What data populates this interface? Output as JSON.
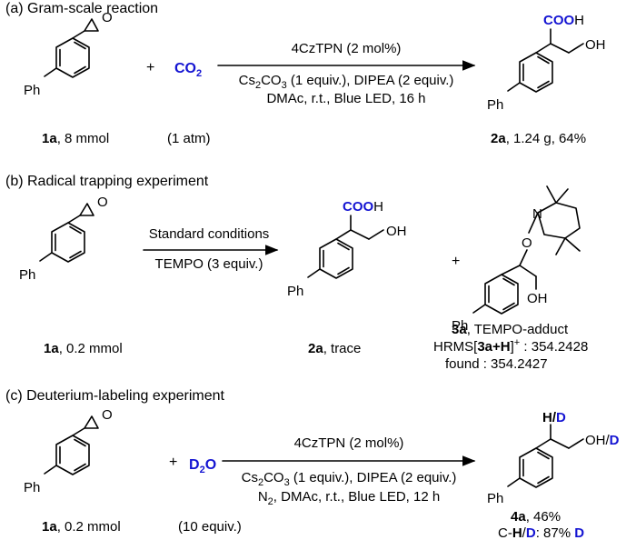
{
  "colors": {
    "text": "#000000",
    "accent_blue": "#1414d2",
    "background": "#ffffff"
  },
  "sections": {
    "a": {
      "title": "(a) Gram-scale reaction",
      "plus": "+",
      "co2": {
        "base": "CO",
        "sub": "2"
      },
      "ph": "Ph",
      "conditions": {
        "line1": "4CzTPN (2 mol%)",
        "line2_pre": "Cs",
        "line2_sub1": "2",
        "line2_mid": "CO",
        "line2_sub2": "3",
        "line2_post": " (1 equiv.), DIPEA (2 equiv.)",
        "line3": "DMAc, r.t., Blue LED, 16 h"
      },
      "product_groups": {
        "cooh_bold": "COO",
        "cooh_tail": "H",
        "oh": "OH"
      },
      "labels": {
        "sm_id": "1a",
        "sm_amount": ", 8 mmol",
        "co2_note": "(1 atm)",
        "product_id": "2a",
        "product_note": ", 1.24 g, 64%"
      }
    },
    "b": {
      "title": "(b) Radical trapping experiment",
      "plus": "+",
      "ph": "Ph",
      "conditions": {
        "line1": "Standard conditions",
        "line2": "TEMPO (3 equiv.)"
      },
      "product_groups": {
        "cooh_bold": "COO",
        "cooh_tail": "H",
        "oh": "OH"
      },
      "adduct_groups": {
        "n": "N",
        "o": "O",
        "oh": "OH"
      },
      "labels": {
        "sm_id": "1a",
        "sm_amount": ", 0.2 mmol",
        "product_id": "2a",
        "product_note": ", trace",
        "adduct_id": "3a",
        "adduct_note": ", TEMPO-adduct",
        "hrms_pre": "HRMS[",
        "hrms_id": "3a+H",
        "hrms_close": "]",
        "hrms_sup": "+",
        "hrms_val": " : 354.2428",
        "found": "found : 354.2427"
      }
    },
    "c": {
      "title": "(c) Deuterium-labeling experiment",
      "plus": "+",
      "d2o": {
        "base": "D",
        "sub": "2",
        "tail": "O"
      },
      "ph": "Ph",
      "conditions": {
        "line1": "4CzTPN (2 mol%)",
        "line2_pre": "Cs",
        "line2_sub1": "2",
        "line2_mid": "CO",
        "line2_sub2": "3",
        "line2_post": " (1 equiv.), DIPEA (2 equiv.)",
        "line3_pre": "N",
        "line3_sub": "2",
        "line3_post": ", DMAc, r.t., Blue LED, 12 h"
      },
      "product_groups": {
        "h": "H",
        "slash": "/",
        "d": "D",
        "oh": "OH"
      },
      "labels": {
        "sm_id": "1a",
        "sm_amount": ", 0.2 mmol",
        "d2o_note": "(10 equiv.)",
        "product_id": "4a",
        "product_note": ", 46%",
        "ratio_pre": "C-",
        "ratio_h": "H",
        "ratio_slash": "/",
        "ratio_d": "D",
        "ratio_mid": ":  87% ",
        "ratio_d2": "D"
      }
    }
  }
}
